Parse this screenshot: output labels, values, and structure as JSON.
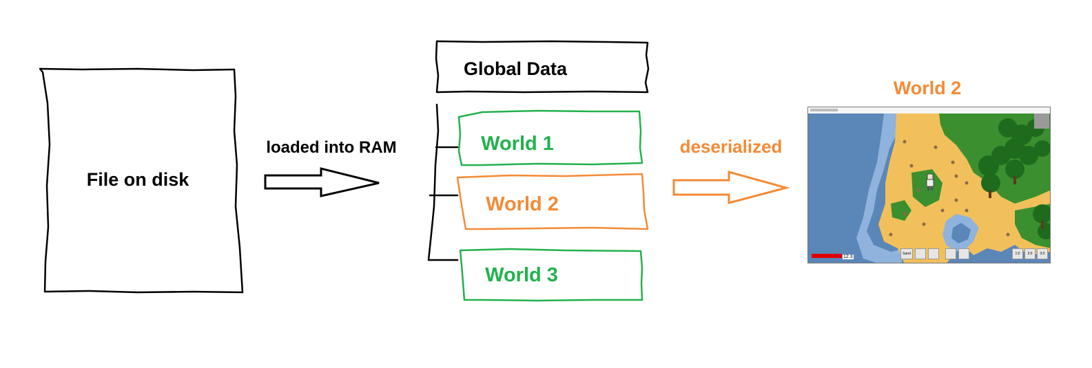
{
  "file": {
    "label": "File on disk"
  },
  "arrow1": {
    "label": "loaded into RAM"
  },
  "global": {
    "label": "Global Data"
  },
  "worlds": [
    {
      "label": "World 1",
      "color": "#22b14c"
    },
    {
      "label": "World 2",
      "color": "#f58a35"
    },
    {
      "label": "World 3",
      "color": "#22b14c"
    }
  ],
  "arrow2": {
    "label": "deserialized"
  },
  "screenshot": {
    "title": "World 2",
    "hud": {
      "health_value": "12.3",
      "hotbar_first": "Sand",
      "button_labels": [
        "1:0",
        "2:0",
        "3:0"
      ]
    }
  },
  "colors": {
    "black": "#000000",
    "green": "#22b14c",
    "orange": "#f58a35",
    "ocean": "#5b86b8",
    "sand": "#f2c05a",
    "grass": "#3b8f2e",
    "tree": "#1e6b1e"
  }
}
